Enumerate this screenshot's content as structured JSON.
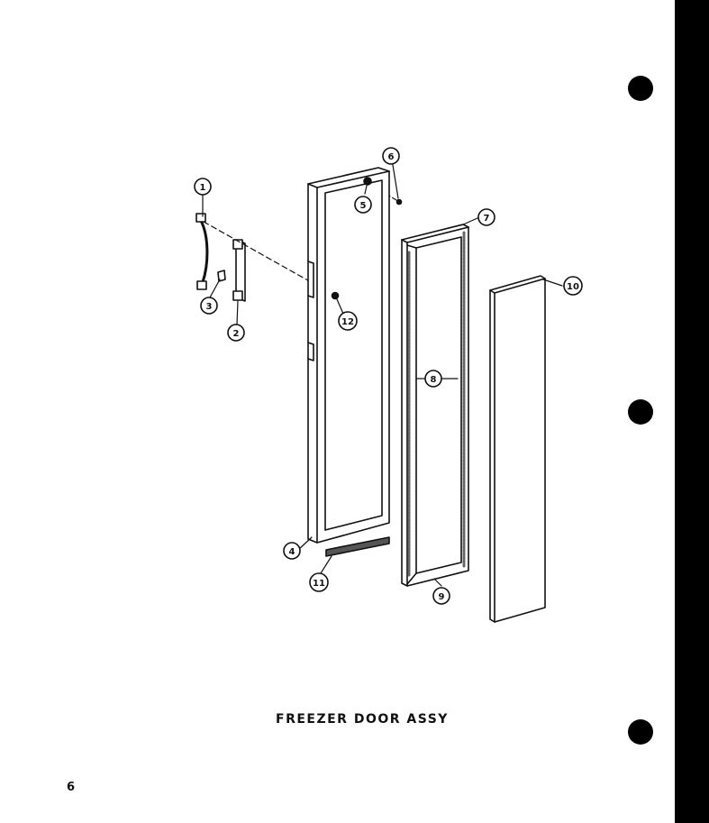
{
  "title": "FREEZER DOOR ASSY",
  "page_number": "6",
  "callouts": [
    {
      "label": "1"
    },
    {
      "label": "2"
    },
    {
      "label": "3"
    },
    {
      "label": "4"
    },
    {
      "label": "5"
    },
    {
      "label": "6"
    },
    {
      "label": "7"
    },
    {
      "label": "8"
    },
    {
      "label": "9"
    },
    {
      "label": "10"
    },
    {
      "label": "11"
    },
    {
      "label": "12"
    }
  ],
  "colors": {
    "ink": "#111111",
    "paper": "#ffffff",
    "binding": "#000000"
  }
}
